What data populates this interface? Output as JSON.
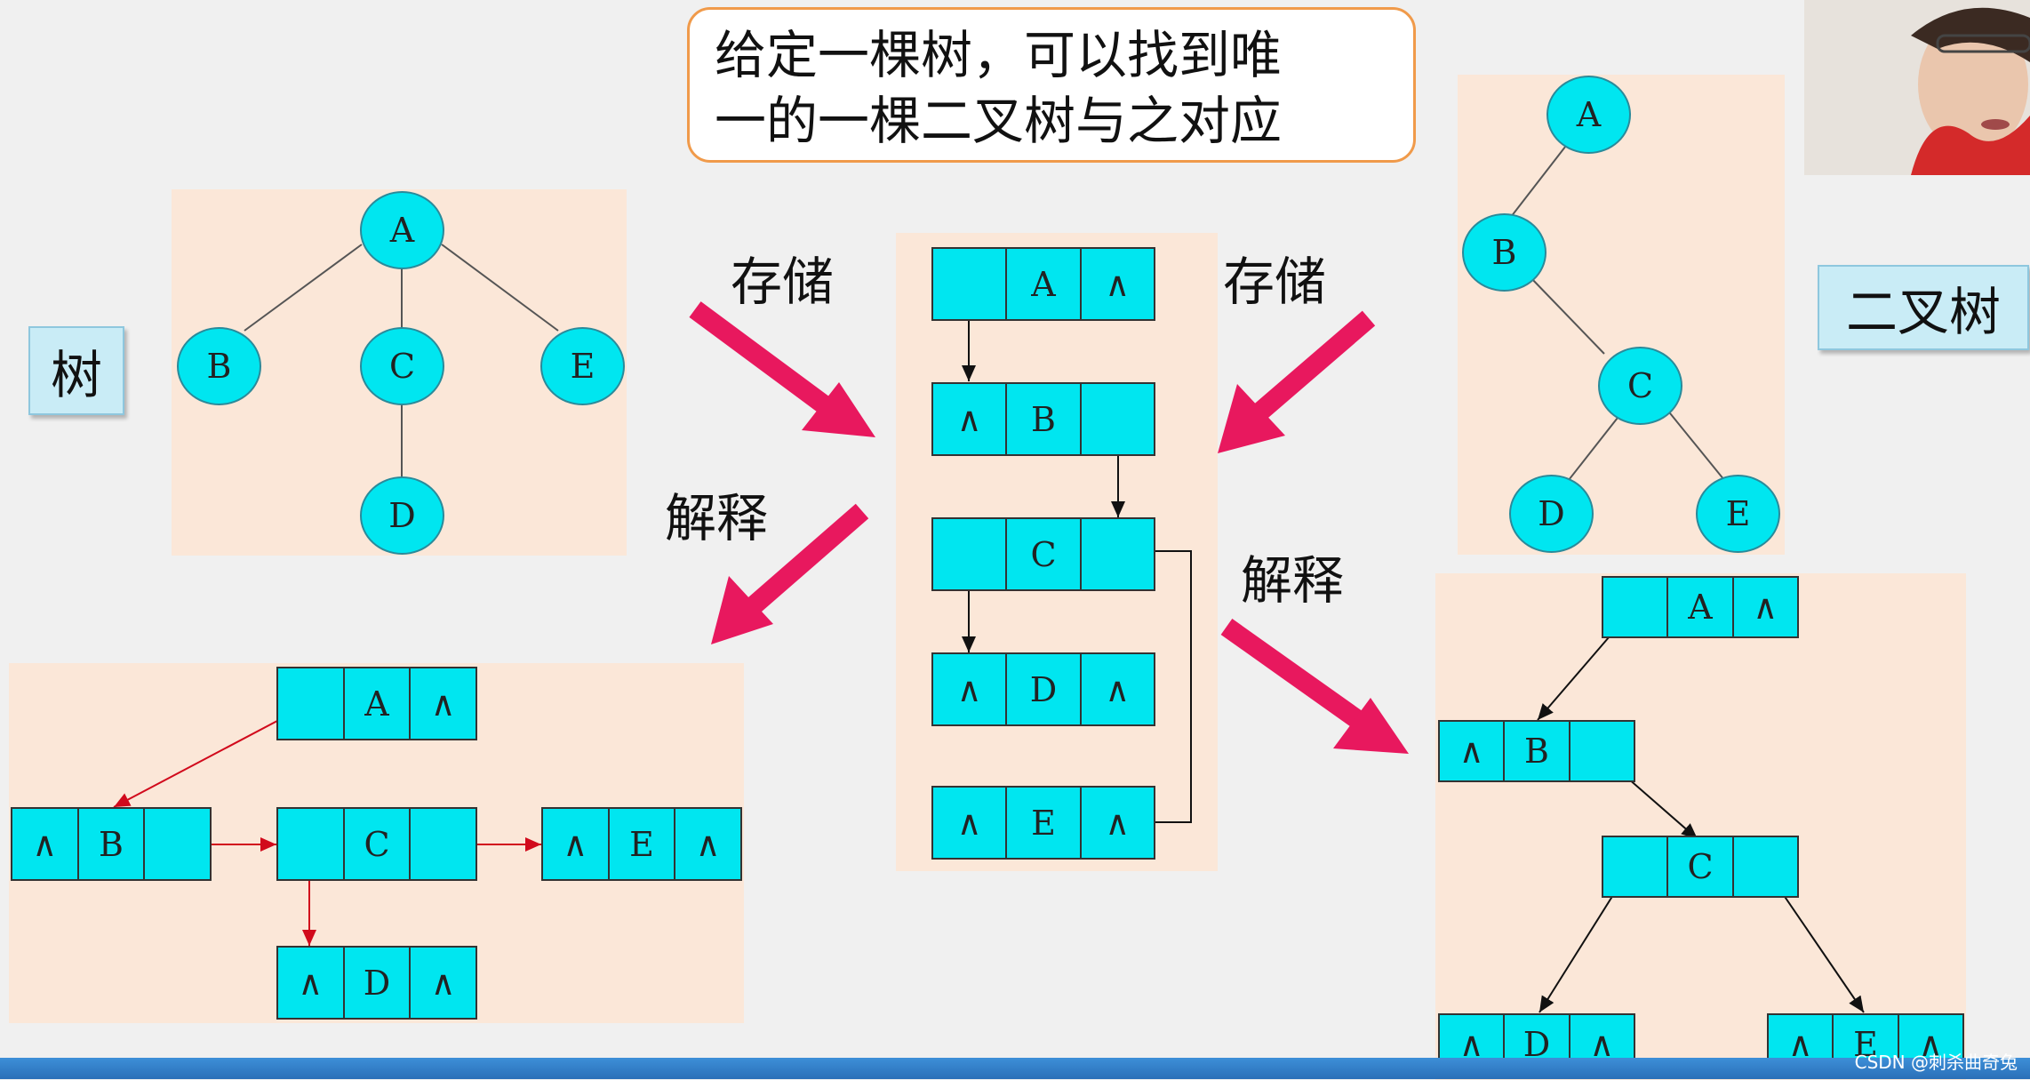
{
  "callout": {
    "line1": "给定一棵树，可以找到唯",
    "line2": "一的一棵二叉树与之对应"
  },
  "tag_tree": "树",
  "tag_binary": "二叉树",
  "ops": {
    "store_left": "存储",
    "store_right": "存储",
    "explain_left": "解释",
    "explain_right": "解释"
  },
  "tree": {
    "nodes": [
      "A",
      "B",
      "C",
      "E",
      "D"
    ]
  },
  "binary_tree": {
    "nodes": [
      "A",
      "B",
      "C",
      "D",
      "E"
    ]
  },
  "storage": {
    "rows": [
      [
        "",
        "A",
        "∧"
      ],
      [
        "∧",
        "B",
        ""
      ],
      [
        "",
        "C",
        ""
      ],
      [
        "∧",
        "D",
        "∧"
      ],
      [
        "∧",
        "E",
        "∧"
      ]
    ]
  },
  "tree_links": {
    "A": [
      "",
      "A",
      "∧"
    ],
    "B": [
      "∧",
      "B",
      ""
    ],
    "C": [
      "",
      "C",
      ""
    ],
    "E": [
      "∧",
      "E",
      "∧"
    ],
    "D": [
      "∧",
      "D",
      "∧"
    ]
  },
  "binary_links": {
    "A": [
      "",
      "A",
      "∧"
    ],
    "B": [
      "∧",
      "B",
      ""
    ],
    "C": [
      "",
      "C",
      ""
    ],
    "D": [
      "∧",
      "D",
      "∧"
    ],
    "E": [
      "∧",
      "E",
      "∧"
    ]
  },
  "watermark": "CSDN @刺杀曲奇兔",
  "colors": {
    "node_fill": "#00e6f0",
    "panel": "#fbe7d8",
    "arrow": "#e8185e",
    "callout_border": "#f09a4a",
    "tag_bg": "#c9ecf6"
  }
}
